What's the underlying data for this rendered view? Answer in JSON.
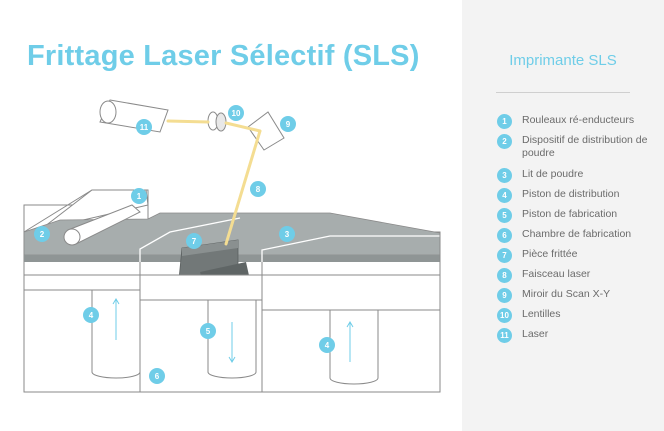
{
  "title": "Frittage Laser Sélectif (SLS)",
  "panel": {
    "title": "Imprimante SLS",
    "items": [
      {
        "num": "1",
        "label": "Rouleaux ré-enducteurs"
      },
      {
        "num": "2",
        "label": "Dispositif de distribution de poudre"
      },
      {
        "num": "3",
        "label": "Lit de poudre"
      },
      {
        "num": "4",
        "label": "Piston de distribution"
      },
      {
        "num": "5",
        "label": "Piston de fabrication"
      },
      {
        "num": "6",
        "label": "Chambre de fabrication"
      },
      {
        "num": "7",
        "label": "Pièce frittée"
      },
      {
        "num": "8",
        "label": "Faisceau laser"
      },
      {
        "num": "9",
        "label": "Miroir du Scan X-Y"
      },
      {
        "num": "10",
        "label": "Lentilles"
      },
      {
        "num": "11",
        "label": "Laser"
      }
    ]
  },
  "diagram_markers": [
    "11",
    "10",
    "9",
    "8",
    "1",
    "2",
    "7",
    "3",
    "4",
    "5",
    "4",
    "6"
  ],
  "colors": {
    "accent": "#6fcde8",
    "powder": "#9ea4a4",
    "powder_dark": "#838989",
    "part": "#6a7070",
    "laser_beam": "#f4dd92",
    "panel_bg": "#f3f3f3"
  }
}
